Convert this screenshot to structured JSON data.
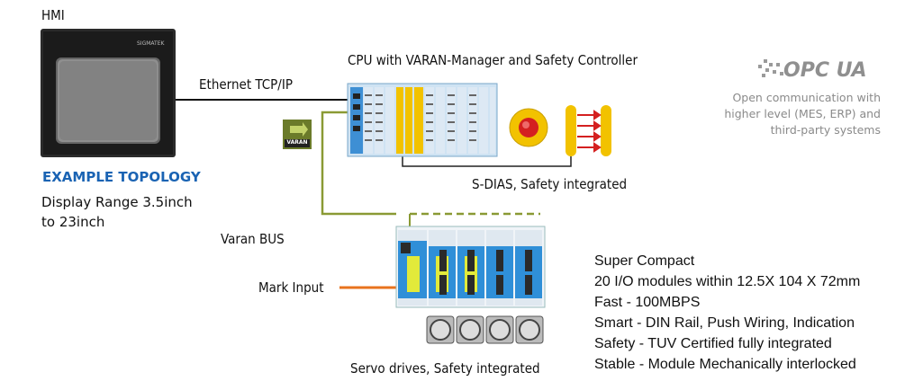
{
  "hmi": {
    "label": "HMI",
    "brand": "SIGMATEK"
  },
  "topology": {
    "title": "EXAMPLE TOPOLOGY",
    "display_range_1": "Display Range 3.5inch",
    "display_range_2": "to 23inch"
  },
  "links": {
    "ethernet": "Ethernet TCP/IP",
    "varan_bus": "Varan BUS",
    "varan_logo": "VARAN",
    "mark_input": "Mark Input"
  },
  "cpu": {
    "label": "CPU with VARAN-Manager and Safety Controller"
  },
  "sdias": {
    "label": "S-DIAS, Safety integrated"
  },
  "servo": {
    "label": "Servo drives, Safety integrated"
  },
  "opcua": {
    "logo": "OPC UA",
    "line_1": "Open communication with",
    "line_2": "higher level (MES, ERP) and",
    "line_3": "third-party systems"
  },
  "features": [
    "Super Compact",
    "20 I/O modules within 12.5X 104 X 72mm",
    "Fast - 100MBPS",
    "Smart - DIN Rail, Push Wiring, Indication",
    "Safety - TUV Certified fully integrated",
    "Stable - Module Mechanically interlocked"
  ],
  "colors": {
    "title_blue": "#1a63b3",
    "bus_green": "#8a9a34",
    "mark_orange": "#e8731e",
    "safety_yellow": "#f2c200",
    "module_blue": "#2f8fd8"
  }
}
